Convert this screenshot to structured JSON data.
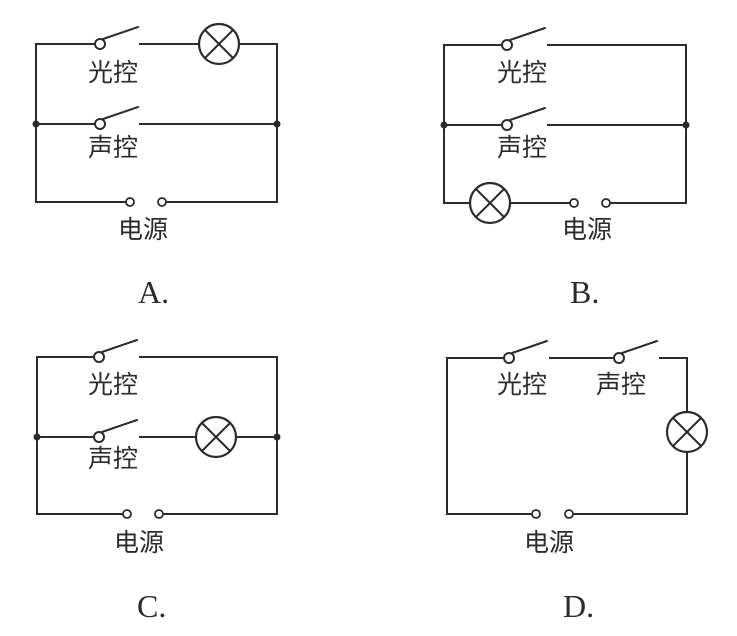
{
  "figure": {
    "description": "Four candidate circuits for a stairwell lamp controlled by a light-control switch and a sound-control switch",
    "components": {
      "light_switch": "光控",
      "sound_switch": "声控",
      "power_source": "电源",
      "lamp_symbol": "lamp-icon"
    },
    "options": [
      {
        "letter": "A.",
        "light_switch_label": "光控",
        "sound_switch_label": "声控",
        "power_label": "电源",
        "topology": "parallel switches; lamp in series with light-control branch only"
      },
      {
        "letter": "B.",
        "light_switch_label": "光控",
        "sound_switch_label": "声控",
        "power_label": "电源",
        "topology": "parallel switches; lamp in main line"
      },
      {
        "letter": "C.",
        "light_switch_label": "光控",
        "sound_switch_label": "声控",
        "power_label": "电源",
        "topology": "parallel switches; lamp in series with sound-control branch only"
      },
      {
        "letter": "D.",
        "light_switch_label": "光控",
        "sound_switch_label": "声控",
        "power_label": "电源",
        "topology": "switches and lamp all in series"
      }
    ]
  }
}
